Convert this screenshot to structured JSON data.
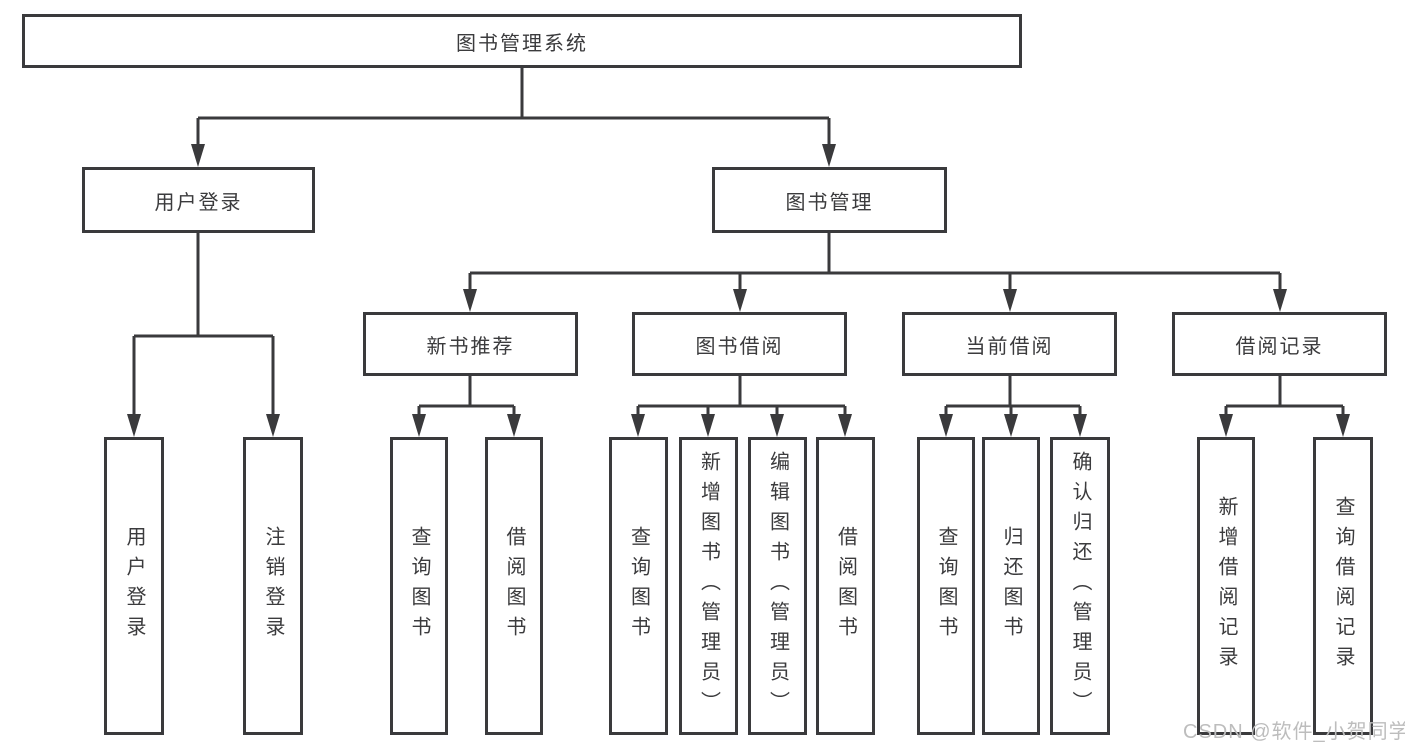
{
  "diagram": {
    "root": {
      "label": "图书管理系统"
    },
    "branches": {
      "user_login": {
        "label": "用户登录"
      },
      "book_management": {
        "label": "图书管理"
      }
    },
    "sections": {
      "new_book_recommend": {
        "label": "新书推荐"
      },
      "book_borrowing": {
        "label": "图书借阅"
      },
      "current_borrowing": {
        "label": "当前借阅"
      },
      "borrowing_records": {
        "label": "借阅记录"
      }
    },
    "leaves": {
      "user_login": "用户登录",
      "logout": "注销登录",
      "query_books_recommend": "查询图书",
      "borrow_books_recommend": "借阅图书",
      "query_books_borrowing": "查询图书",
      "add_books_admin": "新增图书（管理员）",
      "edit_books_admin": "编辑图书（管理员）",
      "borrow_books_borrowing": "借阅图书",
      "query_books_current": "查询图书",
      "return_books": "归还图书",
      "confirm_return_admin": "确认归还（管理员）",
      "add_borrow_record": "新增借阅记录",
      "query_borrow_record": "查询借阅记录"
    }
  },
  "watermark": {
    "text": "CSDN @软件_小贺同学"
  },
  "colors": {
    "line": "#3a3a3c",
    "text": "#3b3b3d",
    "watermark": "#bdbdbd",
    "background": "#ffffff"
  }
}
